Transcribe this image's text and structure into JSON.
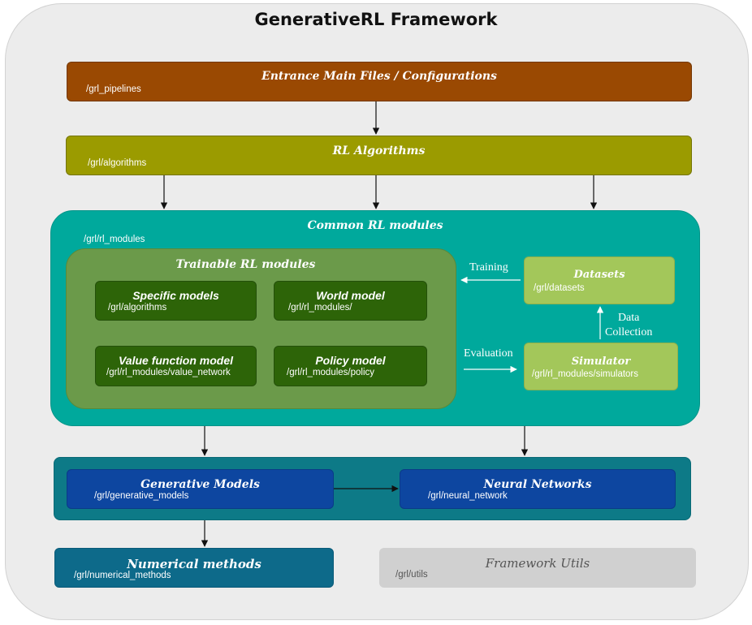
{
  "title": "GenerativeRL  Framework",
  "entrance": {
    "title": "Entrance Main Files / Configurations",
    "path": "/grl_pipelines"
  },
  "rl_algorithms": {
    "title": "RL Algorithms",
    "path": "/grl/algorithms"
  },
  "common": {
    "title": "Common RL modules",
    "path": "/grl/rl_modules",
    "trainable": {
      "title": "Trainable RL modules",
      "specific": {
        "title": "Specific models",
        "path": "/grl/algorithms"
      },
      "world": {
        "title": "World model",
        "path": "/grl/rl_modules/"
      },
      "value": {
        "title": "Value function model",
        "path": "/grl/rl_modules/value_network"
      },
      "policy": {
        "title": "Policy model",
        "path": "/grl/rl_modules/policy"
      }
    },
    "datasets": {
      "title": "Datasets",
      "path": "/grl/datasets"
    },
    "simulator": {
      "title": "Simulator",
      "path": "/grl/rl_modules/simulators"
    },
    "labels": {
      "training": "Training",
      "evaluation": "Evaluation",
      "data_collection": "Data\nCollection"
    }
  },
  "generative": {
    "title": "Generative Models",
    "path": "/grl/generative_models"
  },
  "neural": {
    "title": "Neural Networks",
    "path": "/grl/neural_network"
  },
  "numerical": {
    "title": "Numerical methods",
    "path": "/grl/numerical_methods"
  },
  "utils": {
    "title": "Framework Utils",
    "path": "/grl/utils"
  },
  "colors": {
    "entrance": "#9a4902",
    "rl_algorithms": "#9b9b00",
    "common": "#00a99c",
    "trainable": "#6b9a4a",
    "sub_model": "#2d6408",
    "datasets": "#a3c75a",
    "bottom_container": "#0d7a87",
    "blue_box": "#0d46a0",
    "numerical": "#0d6a8a",
    "utils": "#d0d0d0"
  }
}
